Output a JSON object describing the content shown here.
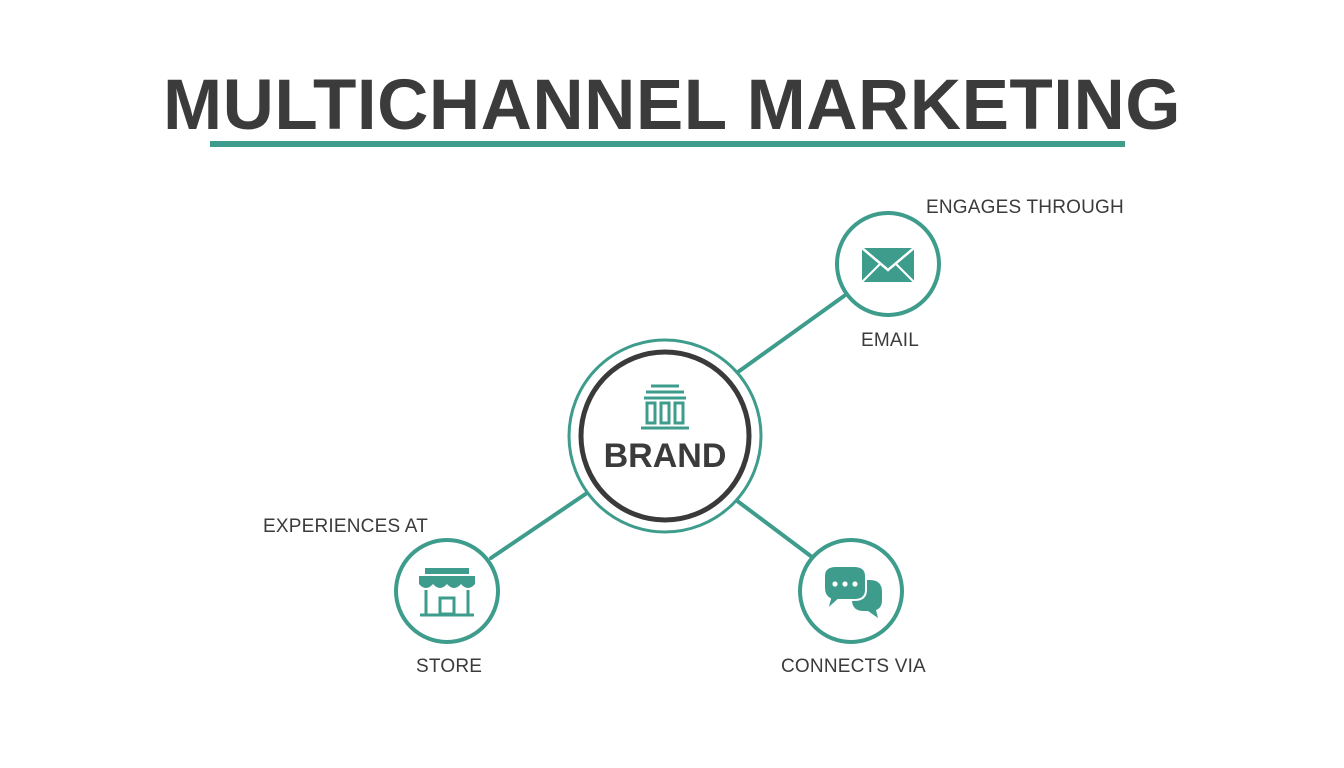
{
  "title": "MULTICHANNEL MARKETING",
  "colors": {
    "accent": "#3e9c8c",
    "text": "#3b3b3b",
    "dark_ring": "#3a3a3a",
    "background": "#ffffff"
  },
  "center_node": {
    "label": "BRAND",
    "icon": "building-icon"
  },
  "nodes": [
    {
      "id": "email",
      "icon": "envelope-icon",
      "relation": "ENGAGES THROUGH",
      "label": "EMAIL"
    },
    {
      "id": "store",
      "icon": "storefront-icon",
      "relation": "EXPERIENCES AT",
      "label": "STORE"
    },
    {
      "id": "chat",
      "icon": "chat-bubbles-icon",
      "relation": "",
      "label": "CONNECTS VIA"
    }
  ]
}
